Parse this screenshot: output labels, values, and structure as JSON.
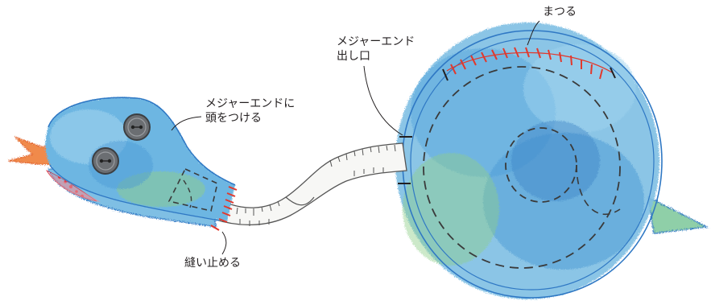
{
  "labels": {
    "matsuru": "まつる",
    "measure_end_outlet": [
      "メジャーエンド",
      "出し口"
    ],
    "head_attach": [
      "メジャーエンドに",
      "頭をつける"
    ],
    "sew_stop": "縫い止める"
  },
  "colors": {
    "outline": "#2f78c4",
    "fill_blue": "#5aa8de",
    "fill_light": "#9fd3ef",
    "fill_green": "#8fcf8a",
    "stitch_red": "#e2382c",
    "dash_line": "#3a3a3a",
    "tongue_orange": "#f08a4b",
    "mouth_pink": "#ef8d96",
    "button_gray": "#6b6e72",
    "tape_white": "#f7f7f5",
    "text": "#231f20"
  },
  "icons": {
    "eye": "button-eye-icon",
    "tongue": "forked-tongue-icon"
  }
}
